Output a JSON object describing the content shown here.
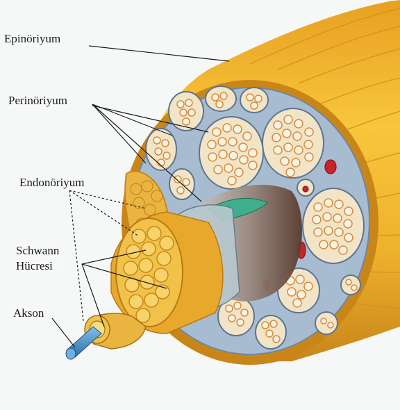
{
  "labels": {
    "epineurium": "Epinöriyum",
    "perineurium": "Perinöriyum",
    "endoneurium": "Endonöriyum",
    "schwann_line1": "Schwann",
    "schwann_line2": "Hücresi",
    "axon": "Akson"
  },
  "colors": {
    "background": "#f6f7f7",
    "nerve_body": "#f0b72a",
    "epineurium_dark": "#c98618",
    "cross_section": "#a7bcd0",
    "fascicle_fill": "#f2e4c6",
    "fiber": "#d98a3e",
    "blood_vessel": "#c8242c",
    "axon": "#4a8fc7",
    "schwann_cell": "#e9b540",
    "sheath_green": "#3fae8a"
  }
}
